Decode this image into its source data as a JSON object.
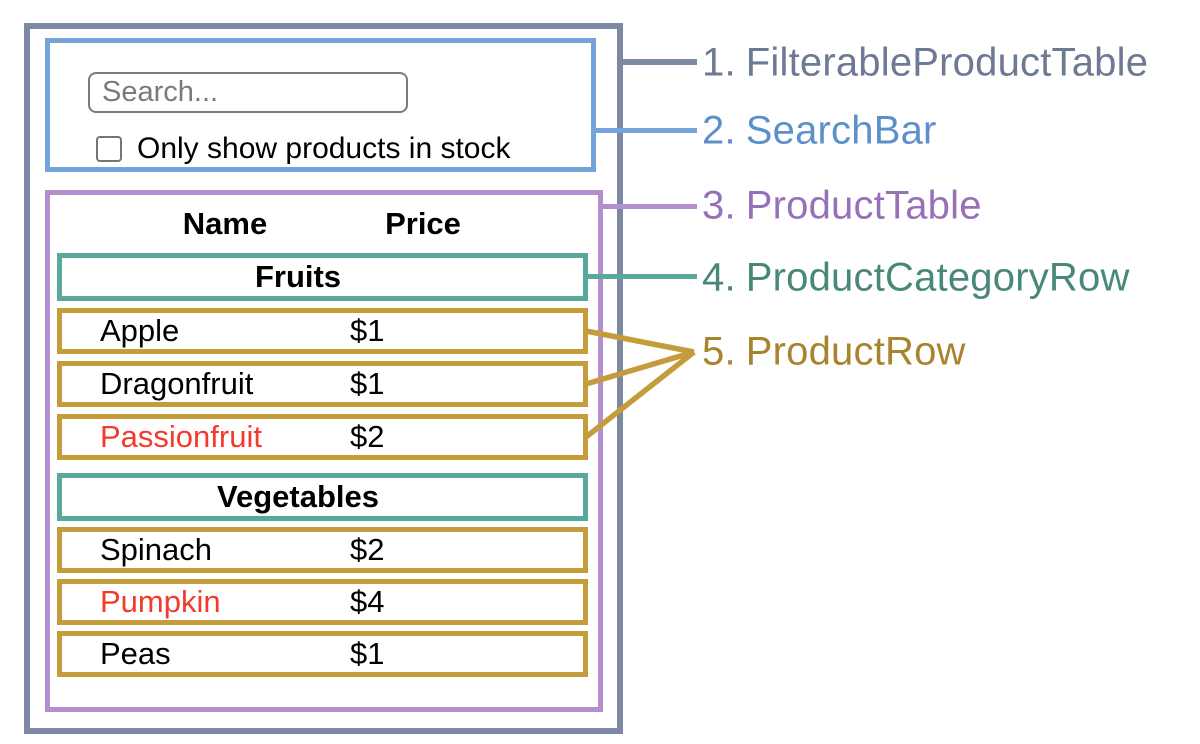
{
  "colors": {
    "filterable_table_border": "#7d89a2",
    "filterable_table_label": "#6d7a93",
    "search_bar_border": "#74a4da",
    "search_bar_label": "#5c90ca",
    "product_table_border": "#b38fcd",
    "product_table_label": "#9771b8",
    "category_row_border": "#58a99b",
    "category_row_label": "#47887a",
    "product_row_border": "#c49c3c",
    "product_row_label": "#a8842e",
    "out_of_stock_text": "#f4392d",
    "in_stock_text": "#000000"
  },
  "legend": [
    {
      "number": "1.",
      "name": "FilterableProductTable"
    },
    {
      "number": "2.",
      "name": "SearchBar"
    },
    {
      "number": "3.",
      "name": "ProductTable"
    },
    {
      "number": "4.",
      "name": "ProductCategoryRow"
    },
    {
      "number": "5.",
      "name": "ProductRow"
    }
  ],
  "search_bar": {
    "placeholder": "Search...",
    "checkbox_label": "Only show products in stock",
    "checkbox_checked": false
  },
  "product_table": {
    "headers": {
      "name": "Name",
      "price": "Price"
    },
    "sections": [
      {
        "category": "Fruits",
        "rows": [
          {
            "name": "Apple",
            "price": "$1",
            "name_color": "#000000"
          },
          {
            "name": "Dragonfruit",
            "price": "$1",
            "name_color": "#000000"
          },
          {
            "name": "Passionfruit",
            "price": "$2",
            "name_color": "#f4392d"
          }
        ]
      },
      {
        "category": "Vegetables",
        "rows": [
          {
            "name": "Spinach",
            "price": "$2",
            "name_color": "#000000"
          },
          {
            "name": "Pumpkin",
            "price": "$4",
            "name_color": "#f4392d"
          },
          {
            "name": "Peas",
            "price": "$1",
            "name_color": "#000000"
          }
        ]
      }
    ]
  }
}
